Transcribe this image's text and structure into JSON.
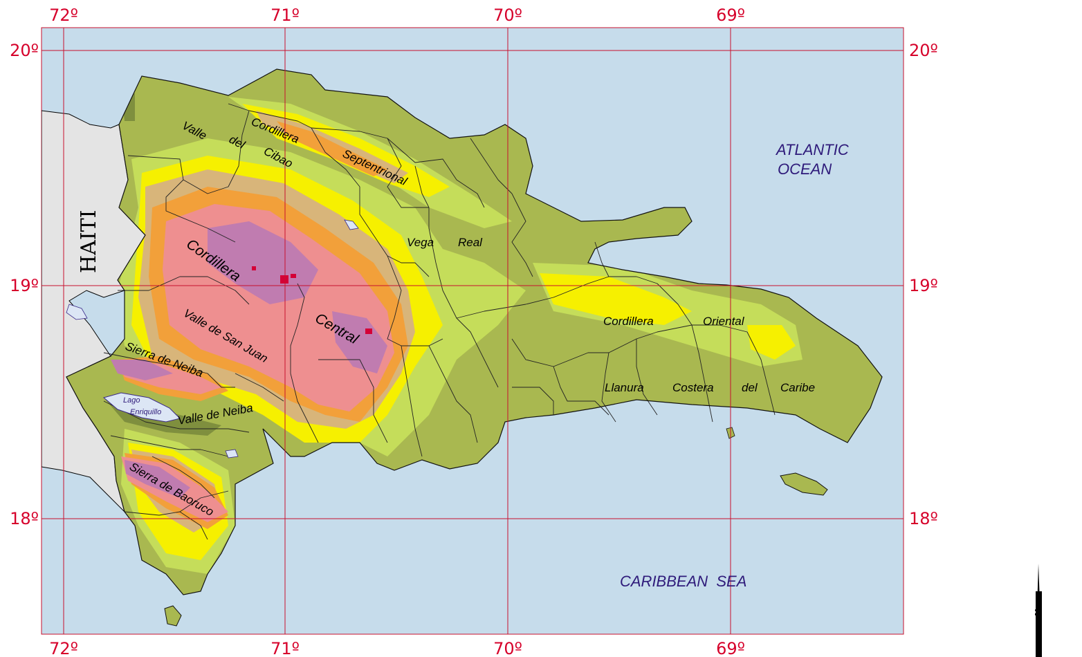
{
  "map": {
    "colors": {
      "ocean": "#c6dceb",
      "haiti_land": "#e4e4e4",
      "grid": "#c8102e",
      "low": "#a9b850",
      "green_light": "#c5dd5a",
      "yellow": "#f6f000",
      "tan": "#d8b57a",
      "orange": "#f2a03a",
      "brown": "#c98b4b",
      "pink": "#ee8f90",
      "mauve": "#c07cb0",
      "peak": "#d40036",
      "lake": "#dce6f5"
    },
    "longitude_ticks": [
      "72º",
      "71º",
      "70º",
      "69º"
    ],
    "latitude_ticks": [
      "20º",
      "19º",
      "18º"
    ],
    "country_label": "HAITI",
    "water_labels": {
      "atlantic_1": "ATLANTIC",
      "atlantic_2": "OCEAN",
      "caribbean": "CARIBBEAN  SEA"
    },
    "lake": {
      "line1": "Lago",
      "line2": "Enriquillo"
    },
    "regions": {
      "valle_cibao": [
        "Valle",
        "del",
        "Cibao"
      ],
      "cord_sept": [
        "Cordillera",
        "Septentrional"
      ],
      "vega_real": [
        "Vega",
        "Real"
      ],
      "cord_central": [
        "Cordillera",
        "Central"
      ],
      "valle_san_juan": "Valle de San Juan",
      "sierra_neiba": "Sierra de Neiba",
      "valle_neiba": "Valle de Neiba",
      "sierra_baoruco": "Sierra de Baoruco",
      "cord_oriental": [
        "Cordillera",
        "Oriental"
      ],
      "llanura": [
        "Llanura",
        "Costera",
        "del",
        "Caribe"
      ]
    },
    "north_symbol": "N"
  }
}
